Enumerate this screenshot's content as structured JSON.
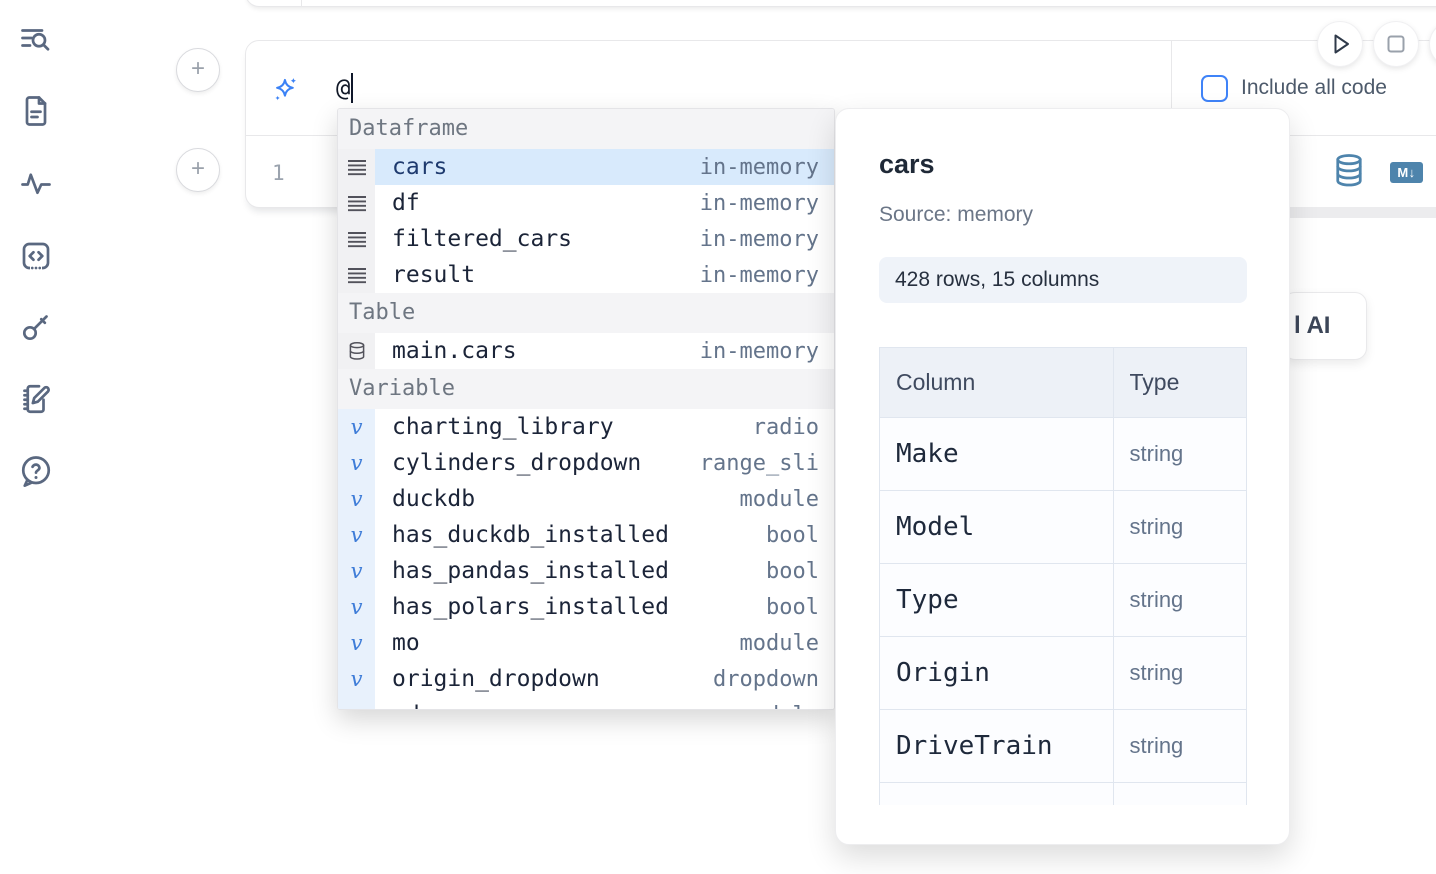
{
  "sidebar": {
    "icons": [
      "list-search",
      "file",
      "activity",
      "code-snippets",
      "key",
      "scratchpad",
      "help"
    ]
  },
  "ai_prompt": {
    "value": "@",
    "include_all_code_label": "Include all code",
    "checkbox_checked": false
  },
  "run_controls": {
    "icons": [
      "play",
      "stop"
    ]
  },
  "cell": {
    "line_number": "1",
    "action_icons": [
      "database",
      "markdown-export"
    ],
    "markdown_badge": "M↓"
  },
  "autocomplete": {
    "sections": [
      {
        "label": "Dataframe",
        "kind": "dataframe",
        "items": [
          {
            "name": "cars",
            "type": "in-memory",
            "selected": true
          },
          {
            "name": "df",
            "type": "in-memory"
          },
          {
            "name": "filtered_cars",
            "type": "in-memory"
          },
          {
            "name": "result",
            "type": "in-memory"
          }
        ]
      },
      {
        "label": "Table",
        "kind": "table",
        "items": [
          {
            "name": "main.cars",
            "type": "in-memory"
          }
        ]
      },
      {
        "label": "Variable",
        "kind": "variable",
        "items": [
          {
            "name": "charting_library",
            "type": "radio"
          },
          {
            "name": "cylinders_dropdown",
            "type": "range_sli"
          },
          {
            "name": "duckdb",
            "type": "module"
          },
          {
            "name": "has_duckdb_installed",
            "type": "bool"
          },
          {
            "name": "has_pandas_installed",
            "type": "bool"
          },
          {
            "name": "has_polars_installed",
            "type": "bool"
          },
          {
            "name": "mo",
            "type": "module"
          },
          {
            "name": "origin_dropdown",
            "type": "dropdown"
          },
          {
            "name": "pd",
            "type": "module",
            "clipped": true
          }
        ]
      }
    ]
  },
  "preview": {
    "title": "cars",
    "source_label": "Source: memory",
    "stats": "428 rows, 15 columns",
    "table": {
      "headers": [
        "Column",
        "Type"
      ],
      "rows": [
        [
          "Make",
          "string"
        ],
        [
          "Model",
          "string"
        ],
        [
          "Type",
          "string"
        ],
        [
          "Origin",
          "string"
        ],
        [
          "DriveTrain",
          "string"
        ]
      ],
      "partial_row": true
    }
  },
  "ai_button_fragment": {
    "clipped_prefix": "l ",
    "label": "AI"
  },
  "colors": {
    "accent_blue": "#3f83f8",
    "selection_bg": "#d8eafc",
    "steel_blue": "#4e84ac",
    "icon_slate": "#5a6880"
  }
}
